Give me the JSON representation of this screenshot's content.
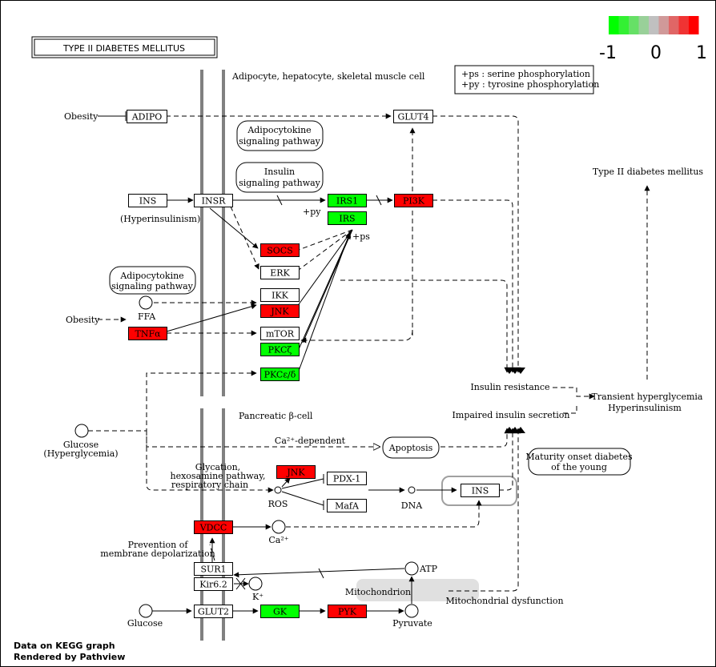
{
  "title": "TYPE II DIABETES MELLITUS",
  "colors": {
    "up": "#ff0000",
    "down": "#00ff00",
    "neutral": "#ffffff"
  },
  "legend": {
    "ticks": [
      "-1",
      "0",
      "1"
    ],
    "colors": [
      "#00ff00",
      "#33f033",
      "#66e066",
      "#99d099",
      "#c0c0c0",
      "#d09999",
      "#e06666",
      "#f03333",
      "#ff0000"
    ]
  },
  "phospho_legend": {
    "line1": "+ps : serine phosphorylation",
    "line2": "+py : tyrosine phosphorylation"
  },
  "labels": {
    "cell_top": "Adipocyte, hepatocyte, skeletal muscle cell",
    "cell_bottom": "Pancreatic β-cell",
    "obesity1": "Obesity",
    "obesity2": "Obesity",
    "hyperinsulinism": "(Hyperinsulinism)",
    "ffa": "FFA",
    "py": "+py",
    "ps": "+ps",
    "t2d": "Type II diabetes mellitus",
    "insulin_resistance": "Insulin resistance",
    "impaired_secretion": "Impaired insulin secretion",
    "transient1": "Transient hyperglycemia",
    "transient2": "Hyperinsulinism",
    "glucose_hyper1": "Glucose",
    "glucose_hyper2": "(Hyperglycemia)",
    "ca_dependent": "Ca²⁺-dependent",
    "apoptosis": "Apoptosis",
    "glycation1": "Glycation,",
    "glycation2": "hexosamine pathway,",
    "glycation3": "respiratory chain",
    "ros": "ROS",
    "dna": "DNA",
    "ca2": "Ca²⁺",
    "prevention1": "Prevention of",
    "prevention2": "membrane depolarization",
    "k": "K⁺",
    "atp": "ATP",
    "mitochondrion": "Mitochondrion",
    "mito_dysfunction": "Mitochondrial dysfunction",
    "glucose": "Glucose",
    "pyruvate": "Pyruvate",
    "mody1": "Maturity onset diabetes",
    "mody2": "of the young",
    "footer1": "Data on KEGG graph",
    "footer2": "Rendered by Pathview"
  },
  "pathway_boxes": {
    "adipocytokine1_l1": "Adipocytokine",
    "adipocytokine1_l2": "signaling pathway",
    "insulin_l1": "Insulin",
    "insulin_l2": "signaling pathway",
    "adipocytokine2_l1": "Adipocytokine",
    "adipocytokine2_l2": "signaling pathway"
  },
  "genes": [
    {
      "id": "adipo",
      "label": "ADIPO",
      "status": "neutral"
    },
    {
      "id": "glut4",
      "label": "GLUT4",
      "status": "neutral"
    },
    {
      "id": "ins_top",
      "label": "INS",
      "status": "neutral"
    },
    {
      "id": "insr",
      "label": "INSR",
      "status": "neutral"
    },
    {
      "id": "irs1",
      "label": "IRS1",
      "status": "down"
    },
    {
      "id": "irs",
      "label": "IRS",
      "status": "down"
    },
    {
      "id": "pi3k",
      "label": "PI3K",
      "status": "up"
    },
    {
      "id": "socs",
      "label": "SOCS",
      "status": "up"
    },
    {
      "id": "erk",
      "label": "ERK",
      "status": "neutral"
    },
    {
      "id": "ikk",
      "label": "IKK",
      "status": "neutral"
    },
    {
      "id": "jnk1",
      "label": "JNK",
      "status": "up"
    },
    {
      "id": "tnfa",
      "label": "TNFα",
      "status": "up"
    },
    {
      "id": "mtor",
      "label": "mTOR",
      "status": "neutral"
    },
    {
      "id": "pkcz",
      "label": "PKCζ",
      "status": "down"
    },
    {
      "id": "pkced",
      "label": "PKCε/δ",
      "status": "down"
    },
    {
      "id": "jnk2",
      "label": "JNK",
      "status": "up"
    },
    {
      "id": "pdx1",
      "label": "PDX-1",
      "status": "neutral"
    },
    {
      "id": "mafa",
      "label": "MafA",
      "status": "neutral"
    },
    {
      "id": "ins_b",
      "label": "INS",
      "status": "neutral"
    },
    {
      "id": "vdcc",
      "label": "VDCC",
      "status": "up"
    },
    {
      "id": "sur1",
      "label": "SUR1",
      "status": "neutral"
    },
    {
      "id": "kir62",
      "label": "Kir6.2",
      "status": "neutral"
    },
    {
      "id": "glut2",
      "label": "GLUT2",
      "status": "neutral"
    },
    {
      "id": "gk",
      "label": "GK",
      "status": "down"
    },
    {
      "id": "pyk",
      "label": "PYK",
      "status": "up"
    }
  ]
}
